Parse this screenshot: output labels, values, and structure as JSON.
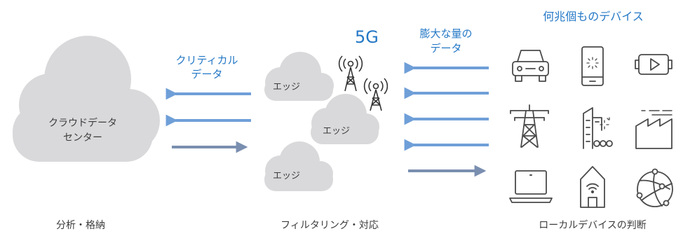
{
  "diagram": {
    "cloud_center": {
      "line1": "クラウドデータ",
      "line2": "センター"
    },
    "critical": {
      "line1": "クリティカル",
      "line2": "データ"
    },
    "edge_labels": [
      "エッジ",
      "エッジ",
      "エッジ"
    ],
    "network": "5G",
    "volume": {
      "line1": "膨大な量の",
      "line2": "データ"
    },
    "devices_title": "何兆個ものデバイス",
    "captions": {
      "cloud": "分析・格納",
      "edge": "フィルタリング・対応",
      "devices": "ローカルデバイスの判断"
    },
    "icons": [
      "car-icon",
      "smartphone-icon",
      "vr-headset-icon",
      "power-tower-icon",
      "smart-building-icon",
      "factory-icon",
      "laptop-icon",
      "smart-home-icon",
      "network-globe-icon"
    ],
    "colors": {
      "accent_blue": "#2478c6",
      "arrow_left": "#6f9fd8",
      "arrow_right": "#7a8fb0",
      "cloud_fill": "#d9d9db",
      "icon_stroke": "#4a4a4a"
    }
  }
}
